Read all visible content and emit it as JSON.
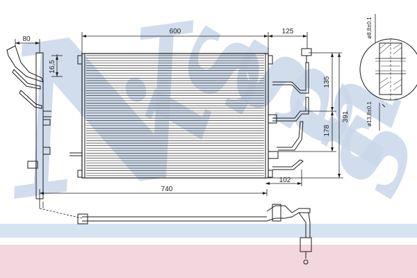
{
  "watermark": {
    "text": "Nissens",
    "color": "#c9d8ea",
    "band_blue": "#d6e3f1",
    "band_pink": "#f2d7df"
  },
  "dimensions": {
    "core_width": "600",
    "pipe_offset": "125",
    "side_offset": "80",
    "tab_height": "16,5",
    "top_section": "135",
    "lower_section": "178",
    "total_height": "391",
    "bottom_offset": "102",
    "overall_length": "740",
    "fitting_small": "ø8,8±0.1",
    "fitting_large": "ø13,8±0.1"
  },
  "colors": {
    "line": "#1a1a1a",
    "fin": "#333333",
    "hatch": "#555555"
  }
}
